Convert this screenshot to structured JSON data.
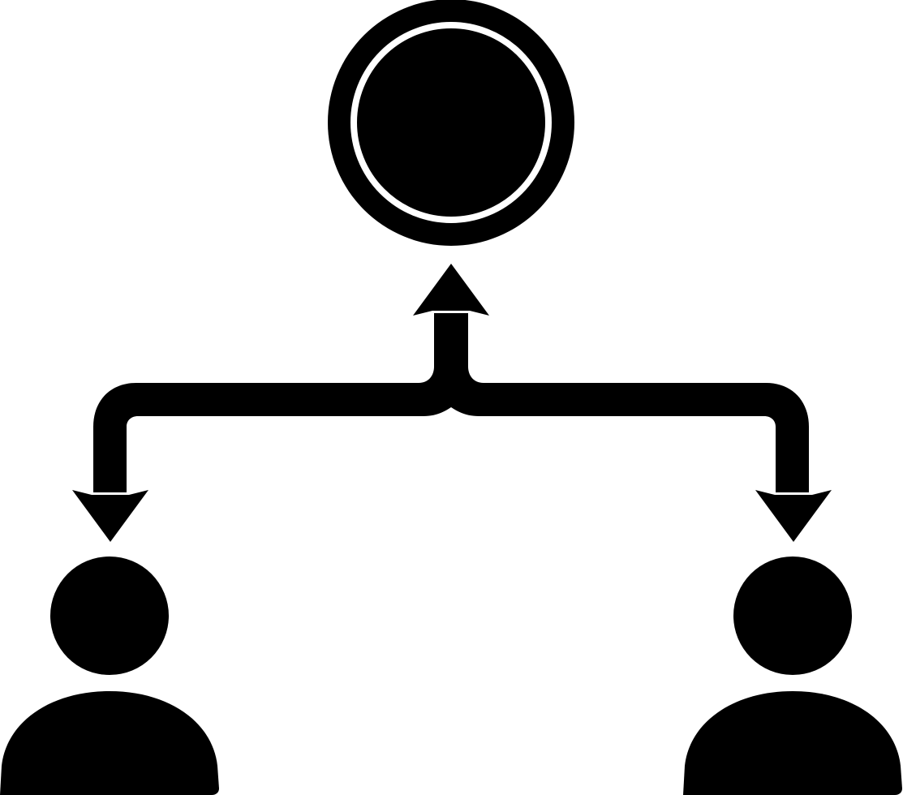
{
  "diagram": {
    "colors": {
      "foreground": "#000000",
      "background": "#ffffff"
    },
    "nodes": [
      {
        "id": "central-node",
        "icon": "target-icon"
      },
      {
        "id": "left-person",
        "icon": "person-icon"
      },
      {
        "id": "right-person",
        "icon": "person-icon"
      }
    ],
    "connectors": [
      {
        "from": "left-person",
        "to": "central-node",
        "icon": "arrow-up-icon"
      },
      {
        "from": "central-node",
        "to": "left-person",
        "icon": "arrow-down-icon"
      },
      {
        "from": "central-node",
        "to": "right-person",
        "icon": "arrow-down-icon"
      }
    ]
  }
}
